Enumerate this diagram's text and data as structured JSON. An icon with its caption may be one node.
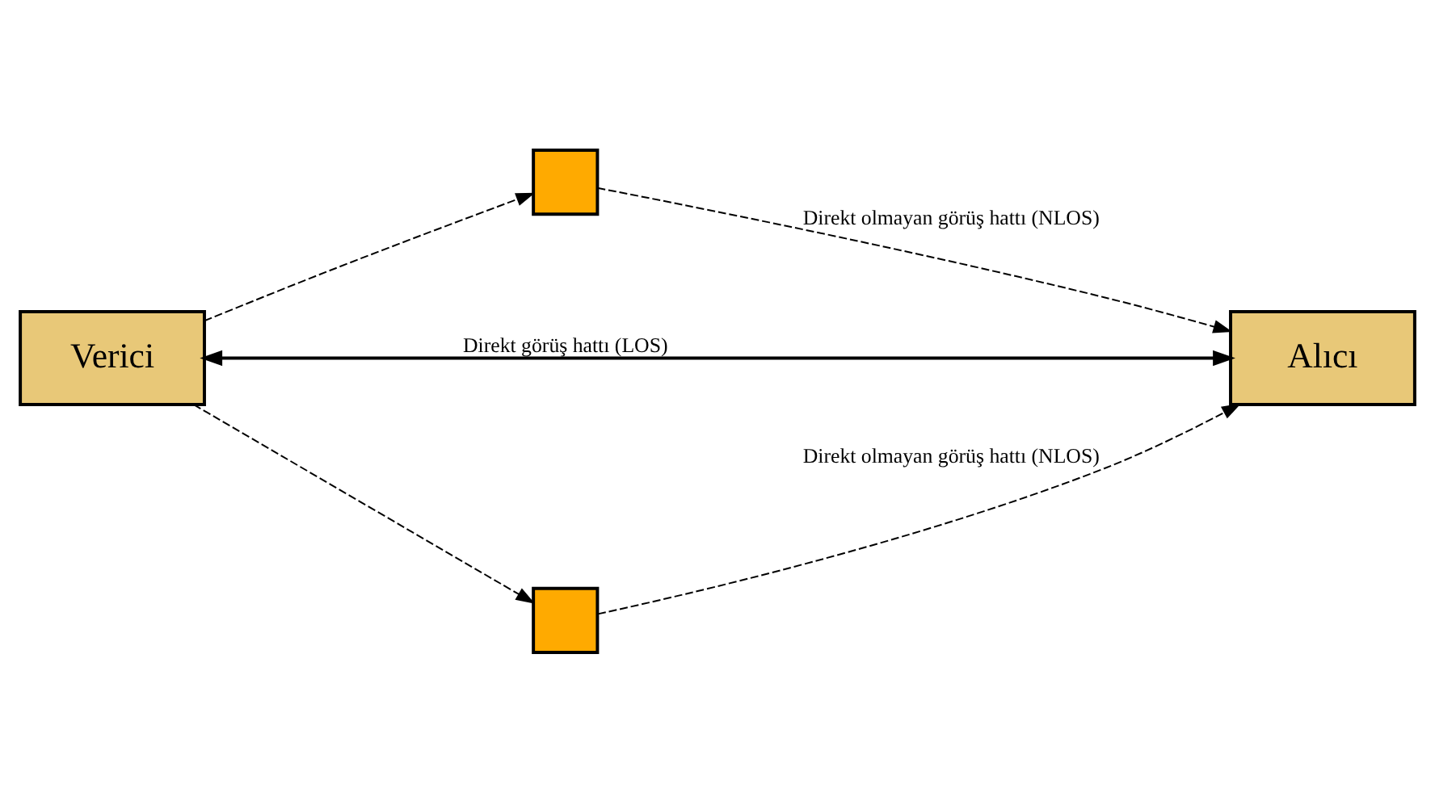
{
  "diagram": {
    "nodes": [
      {
        "text": [],
        "shape": "box"
      },
      {
        "text": [
          "Verici"
        ]
      },
      {
        "text": [
          "Alıcı"
        ]
      },
      {
        "text": [],
        "shape": "box"
      }
    ],
    "edges": [
      {
        "from": 1,
        "to": 2,
        "arrow": "both",
        "label": "Direkt görüş hattı (LOS)"
      },
      {
        "from": 1,
        "to": 0,
        "arrow": "to",
        "style": "dashed"
      },
      {
        "from": 0,
        "to": 2,
        "arrow": "to",
        "style": "dashed",
        "label": "Direkt olmayan görüş hattı (NLOS)"
      },
      {
        "from": 1,
        "to": 3,
        "arrow": "to",
        "style": "dashed"
      },
      {
        "from": 3,
        "to": 2,
        "arrow": "to",
        "style": "dashed",
        "label": "Direkt olmayan görüş hattı (NLOS)"
      }
    ]
  }
}
